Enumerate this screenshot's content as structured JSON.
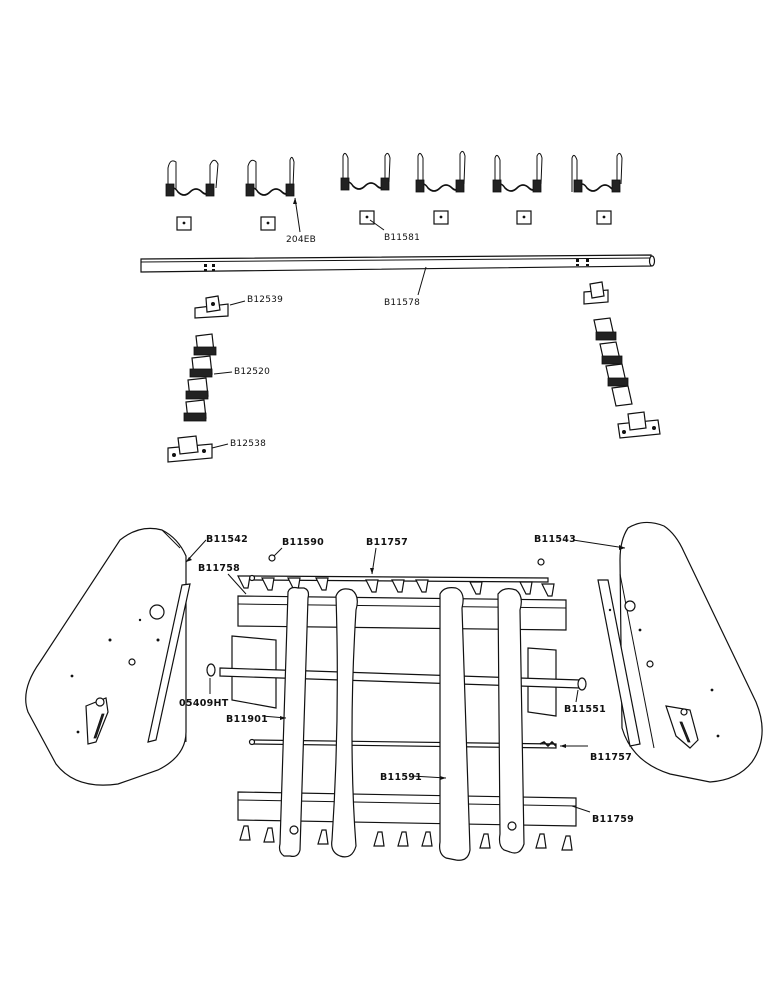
{
  "labels": {
    "tine_spring": "204EB",
    "plate": "B11581",
    "tube": "B11578",
    "link_top": "B12539",
    "chain": "B12520",
    "link_bottom": "B12538",
    "shield_left": "B11542",
    "bearing_pin": "B11590",
    "rod_top": "B11757",
    "shield_right": "B11543",
    "tine_bar": "B11758",
    "washer": "05409HT",
    "stripper_left": "B11901",
    "bushing": "B11551",
    "rod_bottom": "B11757",
    "stripper_center": "B11591",
    "bracket": "B11759"
  }
}
